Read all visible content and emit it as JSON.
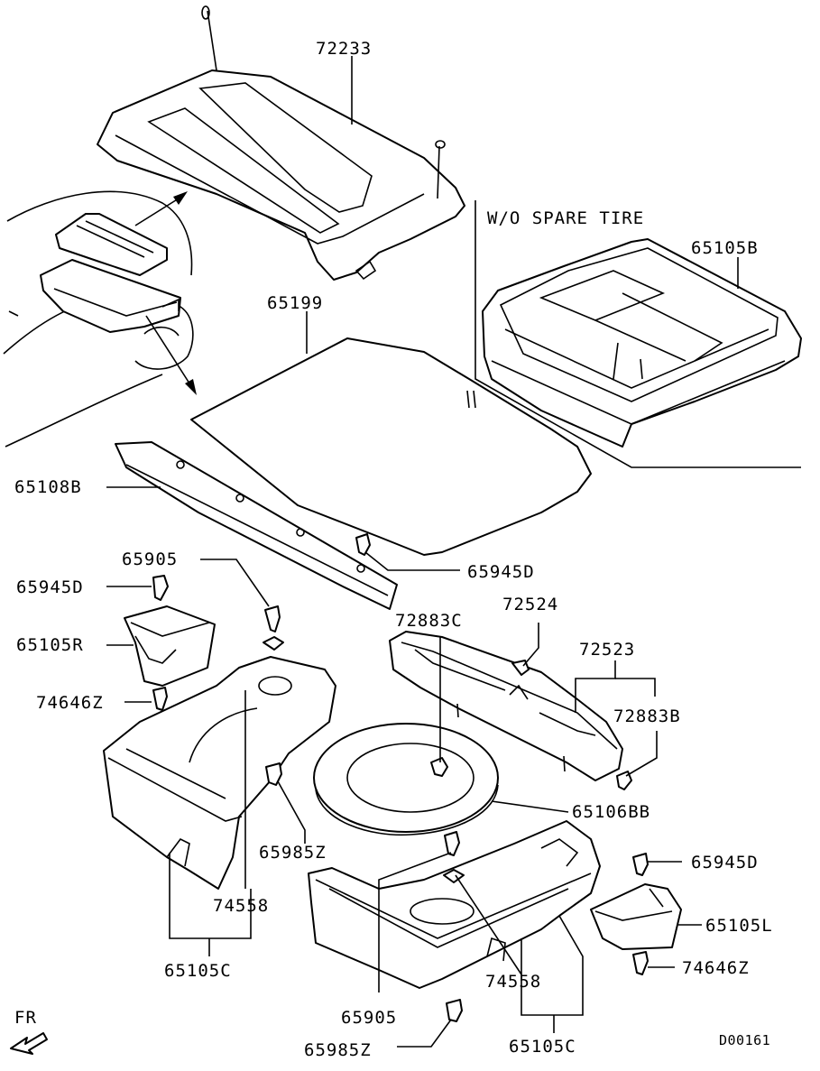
{
  "diagram": {
    "section_note": "W/O SPARE TIRE",
    "direction_label": "FR",
    "figure_code": "D00161",
    "labels": {
      "p72233": "72233",
      "p65105B": "65105B",
      "p65199": "65199",
      "p65108B": "65108B",
      "p65945D_center": "65945D",
      "p65905_left": "65905",
      "p65945D_left": "65945D",
      "p65105R": "65105R",
      "p74646Z_left": "74646Z",
      "p72883C": "72883C",
      "p72524": "72524",
      "p72523": "72523",
      "p72883B": "72883B",
      "p65106BB": "65106BB",
      "p65985Z_mid": "65985Z",
      "p74558_left": "74558",
      "p65105C_left": "65105C",
      "p65945D_right": "65945D",
      "p65105L": "65105L",
      "p74646Z_right": "74646Z",
      "p74558_right": "74558",
      "p65905_bottom": "65905",
      "p65985Z_bottom": "65985Z",
      "p65105C_right": "65105C"
    }
  }
}
